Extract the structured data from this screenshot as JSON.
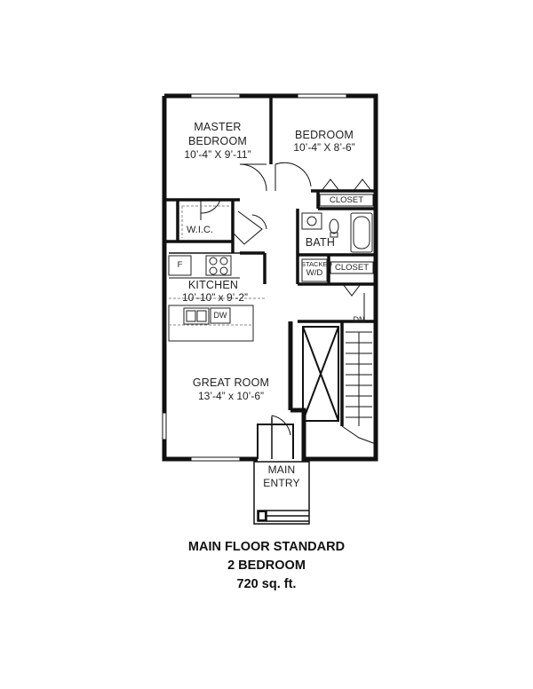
{
  "rooms": {
    "master": {
      "name_line1": "MASTER",
      "name_line2": "BEDROOM",
      "dims": "10’-4” X 9’-11”"
    },
    "bedroom": {
      "name": "BEDROOM",
      "dims": "10’-4” X 8’-6”"
    },
    "closet_top": "CLOSET",
    "closet_mid": "CLOSET",
    "wic": "W.I.C.",
    "bath": "BATH",
    "stacked": {
      "line1": "STACKED",
      "line2": "W/D"
    },
    "kitchen": {
      "name": "KITCHEN",
      "dims": "10’-10” x 9’-2”"
    },
    "fridge": "F",
    "dishwasher": "DW",
    "down": "DN",
    "great_room": {
      "name": "GREAT ROOM",
      "dims": "13’-4” x 10’-6”"
    },
    "entry": {
      "line1": "MAIN",
      "line2": "ENTRY"
    }
  },
  "caption": {
    "line1": "MAIN FLOOR STANDARD",
    "line2": "2 BEDROOM",
    "line3": "720 sq. ft."
  },
  "colors": {
    "wall": "#111111",
    "fixture": "#222222",
    "counter": "#888888"
  }
}
